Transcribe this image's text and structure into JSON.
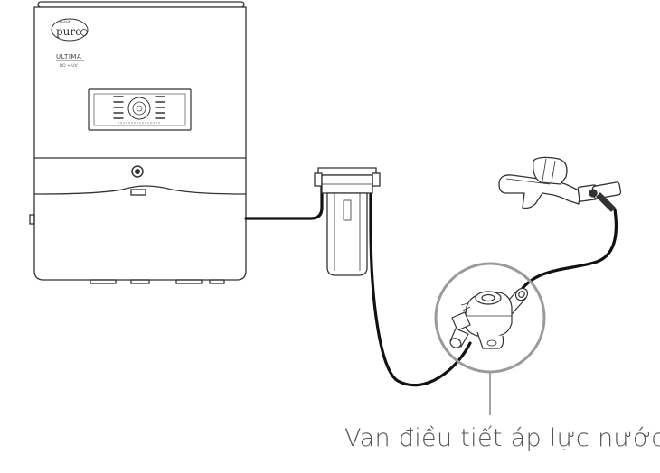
{
  "purifier": {
    "brand_small": "Pureit",
    "brand": "pure",
    "model": "ULTIMA",
    "sub_model": "RO + UV"
  },
  "caption": "Van điều tiết áp lực nước",
  "colors": {
    "outline": "#333333",
    "tube": "#111111",
    "callout": "#9a9a9a",
    "caption": "#555555"
  }
}
